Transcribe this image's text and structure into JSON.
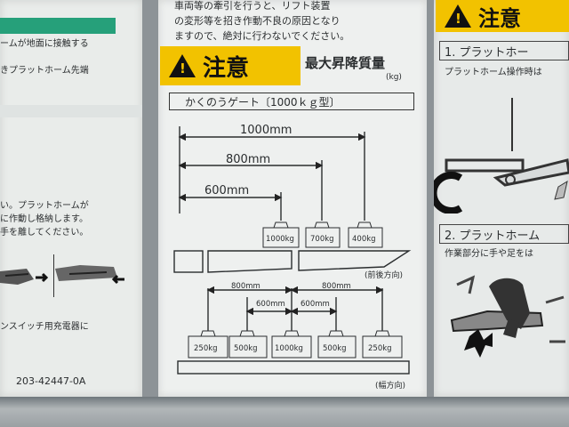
{
  "left": {
    "line1": "ームが地面に接触する",
    "line2": "きプラットホーム先端",
    "line3": "い。プラットホームが",
    "line4": "に作動し格納します。",
    "line5": "手を離してください。",
    "line6": "ンスイッチ用充電器に",
    "part_number": "203-42447-0A"
  },
  "center": {
    "top_line1": "車両等の牽引を行うと、リフト装置",
    "top_line2": "の変形等を招き作動不良の原因となり",
    "top_line3": "ますので、絶対に行わないでください。",
    "caution_label": "注意",
    "max_load_title": "最大昇降質量",
    "max_load_unit": "(kg)",
    "model_label": "かくのうゲート〔1000ｋｇ型〕",
    "dim_1000": "1000mm",
    "dim_800_top": "800mm",
    "dim_600_top": "600mm",
    "w_1000_front": "1000kg",
    "w_700_front": "700kg",
    "w_400_front": "400kg",
    "dir_front": "(前後方向)",
    "dim_800_left": "800mm",
    "dim_800_right": "800mm",
    "dim_600_left": "600mm",
    "dim_600_right": "600mm",
    "w_250_left": "250kg",
    "w_500_left": "500kg",
    "w_1000_center": "1000kg",
    "w_500_right": "500kg",
    "w_250_right": "250kg",
    "dir_width": "(幅方向)"
  },
  "right": {
    "caution_label": "注意",
    "step1": "1. プラットホー",
    "step1_text": "プラットホーム操作時は",
    "step2": "2. プラットホーム",
    "step2_text": "作業部分に手や足をは"
  },
  "colors": {
    "caution_yellow": "#f2c200",
    "panel": "#eef0ef",
    "ink": "#2a2d2f"
  }
}
